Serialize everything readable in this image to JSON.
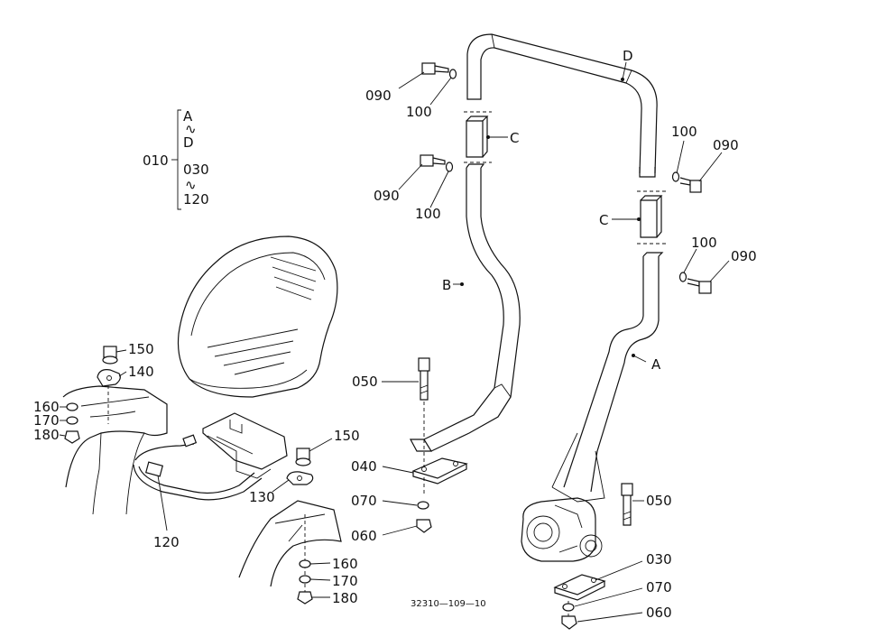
{
  "drawing_number": "32310—109—10",
  "bracket": {
    "main": "010",
    "line1": "A",
    "tilde1": "∿",
    "line2": "D",
    "line3": "030",
    "tilde2": "∿",
    "line4": "120"
  },
  "labels": {
    "p090_a": "090",
    "p100_a": "100",
    "pC_a": "C",
    "pD": "D",
    "p100_b": "100",
    "p090_b": "090",
    "p090_c": "090",
    "p100_c": "100",
    "pC_b": "C",
    "p100_d": "100",
    "p090_d": "090",
    "pB": "B",
    "pA": "A",
    "p050_a": "050",
    "p040": "040",
    "p070_a": "070",
    "p060_a": "060",
    "p050_b": "050",
    "p030": "030",
    "p070_b": "070",
    "p060_b": "060",
    "p150_a": "150",
    "p140": "140",
    "p160_a": "160",
    "p170_a": "170",
    "p180_a": "180",
    "p150_b": "150",
    "p130": "130",
    "p120": "120",
    "p160_b": "160",
    "p170_b": "170",
    "p180_b": "180"
  }
}
